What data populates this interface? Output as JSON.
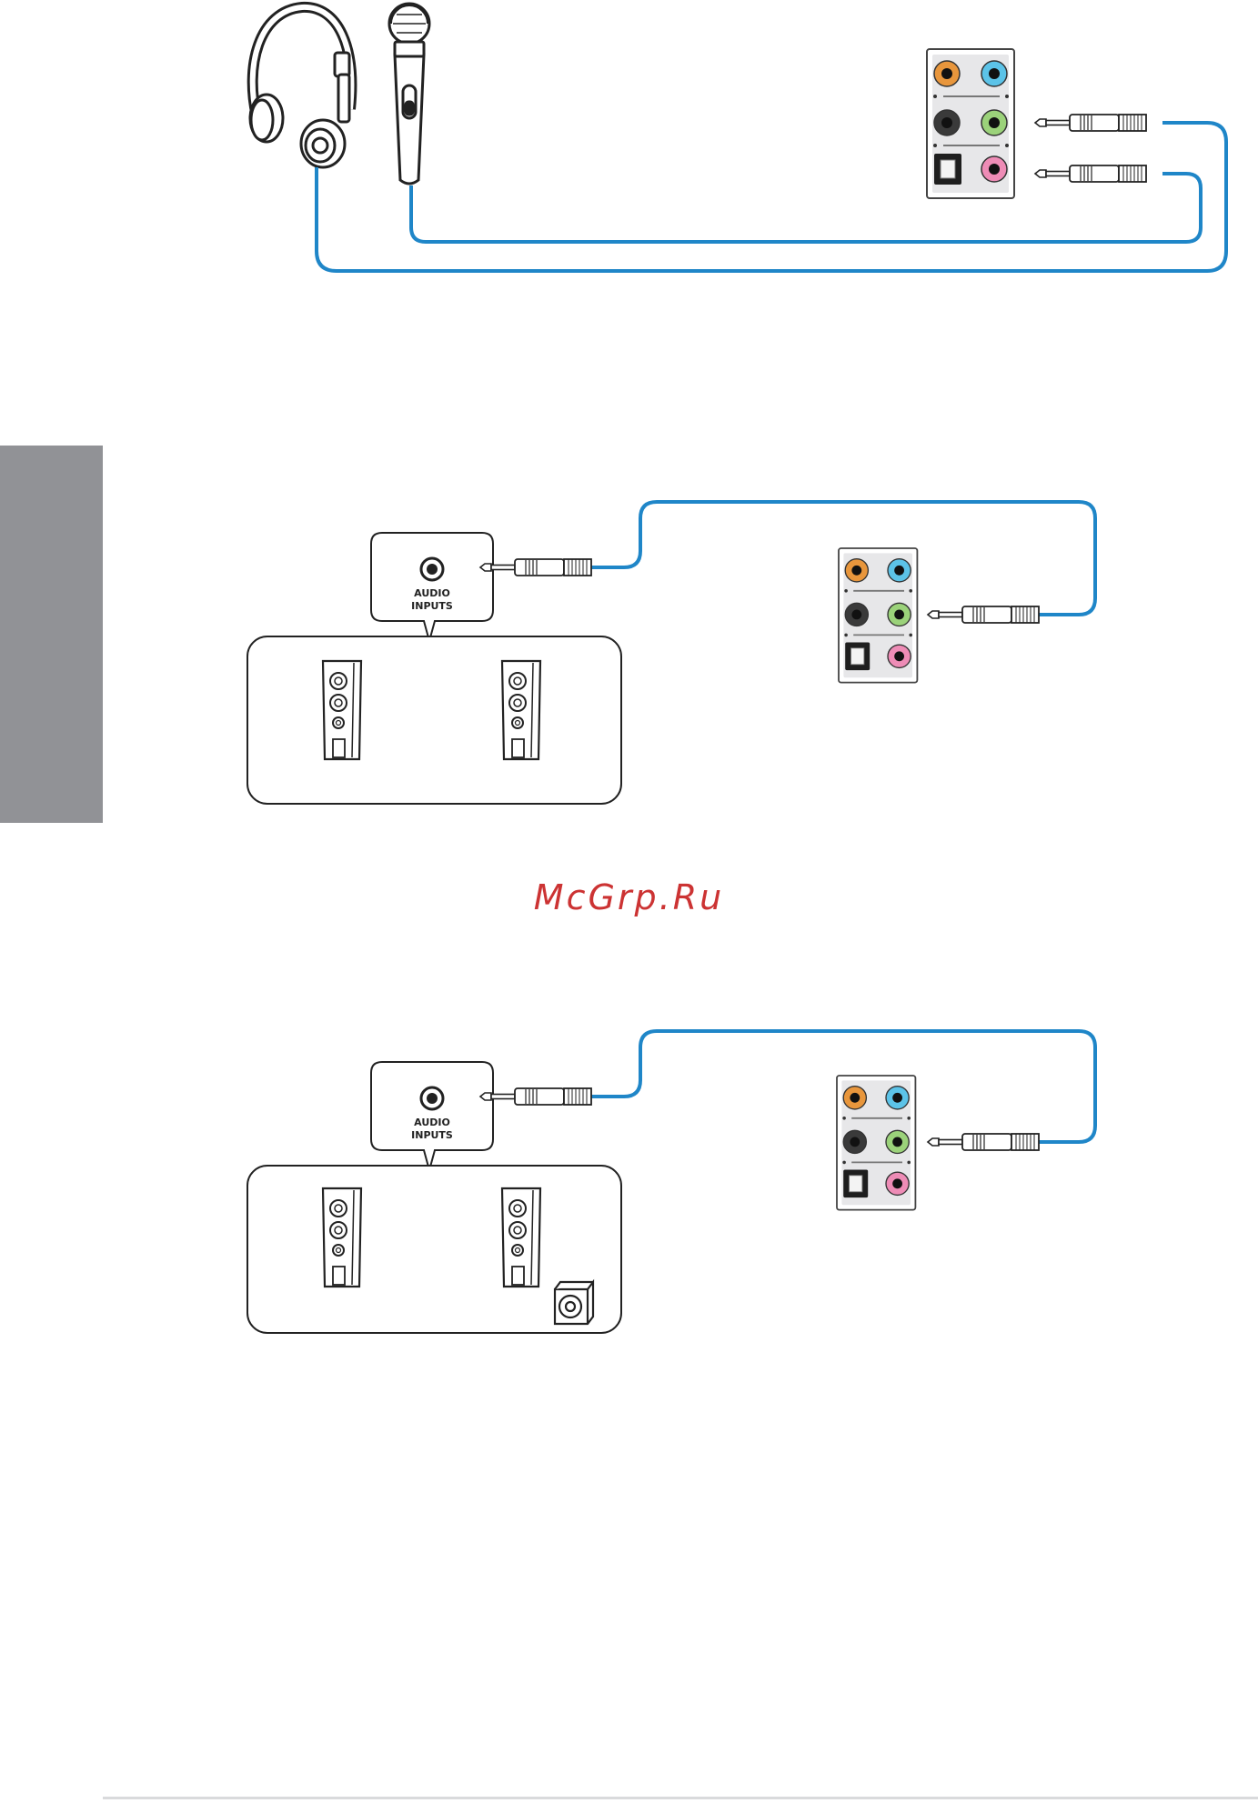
{
  "watermark": {
    "text": "McGrp.Ru",
    "color": "#cc3333"
  },
  "labels": {
    "speaker_box_2": {
      "line1": "AUDIO",
      "line2": "INPUTS"
    },
    "speaker_box_3": {
      "line1": "AUDIO",
      "line2": "INPUTS"
    }
  },
  "colors": {
    "cable": "#1f86c8",
    "port_orange": "#e8963c",
    "port_blue": "#5cc3e8",
    "port_black": "#3a3a3a",
    "port_green": "#9bd27a",
    "port_pink": "#ee8cb6",
    "side_tab": "#919296"
  },
  "icons": [
    "headphones-icon",
    "microphone-icon",
    "rear-audio-panel-icon",
    "audio-plug-icon",
    "floor-speaker-icon",
    "subwoofer-icon"
  ]
}
